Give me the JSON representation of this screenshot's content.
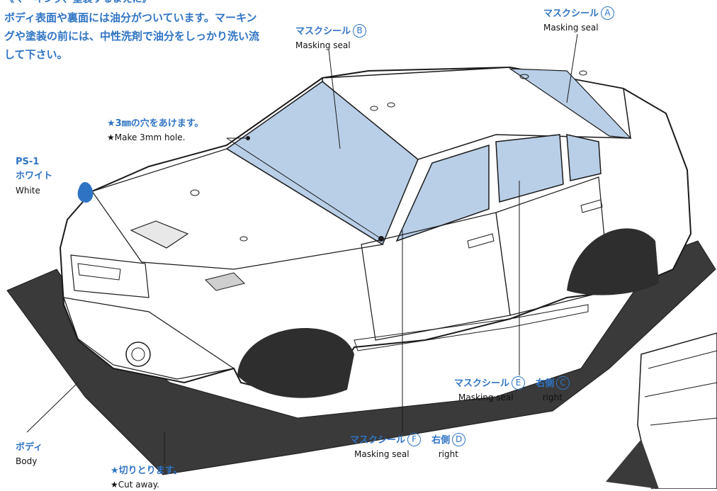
{
  "intro": {
    "heading": "《マーキング、塗装するまえに》",
    "text": "ボディ表面や裏面には油分がついています。マーキングや塗装の前には、中性洗剤で油分をしっかり洗い流して下さい。"
  },
  "labels": {
    "seal_a": {
      "jp": "マスクシール",
      "letter": "A",
      "en": "Masking seal"
    },
    "seal_b": {
      "jp": "マスクシール",
      "letter": "B",
      "en": "Masking seal"
    },
    "hole": {
      "jp": "★3㎜の穴をあけます。",
      "en": "★Make 3mm hole."
    },
    "paint": {
      "code": "PS-1",
      "jp": "ホワイト",
      "en": "White"
    },
    "seal_e": {
      "jp": "マスクシール",
      "letter": "E",
      "en": "Masking seal",
      "side_jp": "右側",
      "side_letter": "C",
      "side_en": "right"
    },
    "seal_f": {
      "jp": "マスクシール",
      "letter": "F",
      "en": "Masking seal",
      "side_jp": "右側",
      "side_letter": "D",
      "side_en": "right"
    },
    "body": {
      "jp": "ボディ",
      "en": "Body"
    },
    "cut": {
      "jp": "★切りとります。",
      "en": "★Cut away."
    }
  },
  "colors": {
    "label_blue": "#2f74c4",
    "seal_fill": "#b9cfe8",
    "scrap_fill": "#3a3a3a",
    "line": "#1a1a1a"
  }
}
